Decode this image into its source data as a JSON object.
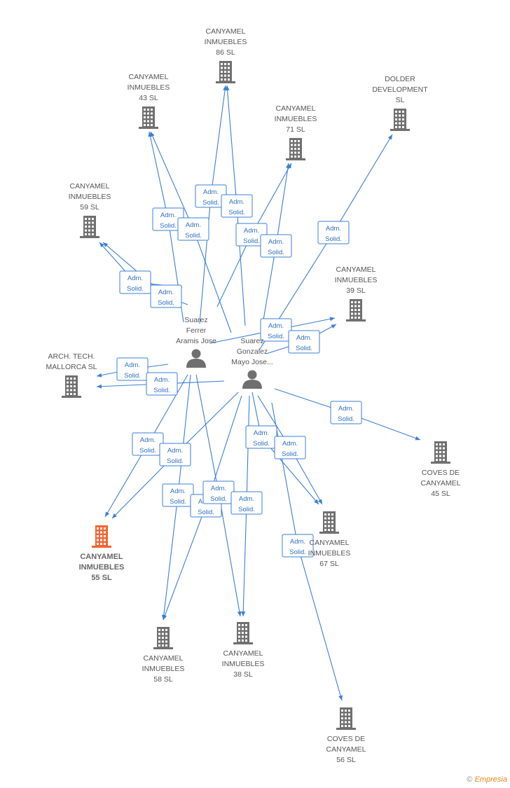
{
  "accent_color": "#3b7fd4",
  "company_color": "#707070",
  "highlight_color": "#f26531",
  "person_color": "#6f6f6f",
  "companies": [
    {
      "id": "c86",
      "lines": [
        "CANYAMEL",
        "INMUEBLES",
        "86 SL"
      ]
    },
    {
      "id": "c43",
      "lines": [
        "CANYAMEL",
        "INMUEBLES",
        "43 SL"
      ]
    },
    {
      "id": "dolder",
      "lines": [
        "DOLDER",
        "DEVELOPMENT",
        "SL"
      ]
    },
    {
      "id": "c71",
      "lines": [
        "CANYAMEL",
        "INMUEBLES",
        "71 SL"
      ]
    },
    {
      "id": "c59",
      "lines": [
        "CANYAMEL",
        "INMUEBLES",
        "59 SL"
      ]
    },
    {
      "id": "c39",
      "lines": [
        "CANYAMEL",
        "INMUEBLES",
        "39 SL"
      ]
    },
    {
      "id": "arch",
      "lines": [
        "ARCH. TECH.",
        "MALLORCA SL"
      ]
    },
    {
      "id": "coves45",
      "lines": [
        "COVES DE",
        "CANYAMEL",
        "45 SL"
      ]
    },
    {
      "id": "c55",
      "lines": [
        "CANYAMEL",
        "INMUEBLES",
        "55 SL"
      ],
      "highlight": true
    },
    {
      "id": "c67",
      "lines": [
        "CANYAMEL",
        "INMUEBLES",
        "67 SL"
      ]
    },
    {
      "id": "c58",
      "lines": [
        "CANYAMEL",
        "INMUEBLES",
        "58 SL"
      ]
    },
    {
      "id": "c38",
      "lines": [
        "CANYAMEL",
        "INMUEBLES",
        "38 SL"
      ]
    },
    {
      "id": "coves56",
      "lines": [
        "COVES DE",
        "CANYAMEL",
        "56 SL"
      ]
    }
  ],
  "persons": [
    {
      "id": "p1",
      "lines": [
        "Suarez",
        "Ferrer",
        "Aramis Jose"
      ]
    },
    {
      "id": "p2",
      "lines": [
        "Suarez",
        "Gonzalez",
        "Mayo Jose..."
      ]
    }
  ],
  "edge_label": [
    "Adm.",
    "Solid."
  ],
  "footer": {
    "copyright": "©",
    "brand": "Empresia"
  }
}
